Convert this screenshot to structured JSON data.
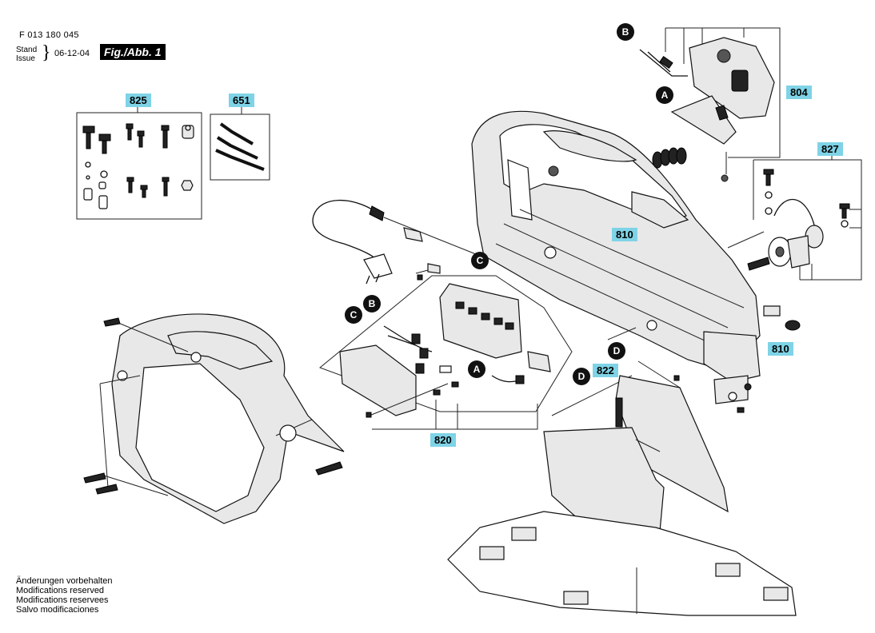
{
  "header": {
    "doc_number": "F 013 180 045",
    "stand_label": "Stand",
    "issue_label": "Issue",
    "date": "06-12-04",
    "figure_label": "Fig./Abb. 1"
  },
  "part_labels": {
    "p825": "825",
    "p651": "651",
    "p804": "804",
    "p827": "827",
    "p810_top": "810",
    "p810_bottom": "810",
    "p822": "822",
    "p820": "820"
  },
  "callouts": {
    "b_top": "B",
    "a_top": "A",
    "c_mid": "C",
    "c_left": "C",
    "b_left": "B",
    "a_mid": "A",
    "d_mid": "D",
    "d_right": "D"
  },
  "footer": {
    "line1": "Änderungen vorbehalten",
    "line2": "Modifications reserved",
    "line3": "Modifications reservees",
    "line4": "Salvo modificaciones"
  }
}
